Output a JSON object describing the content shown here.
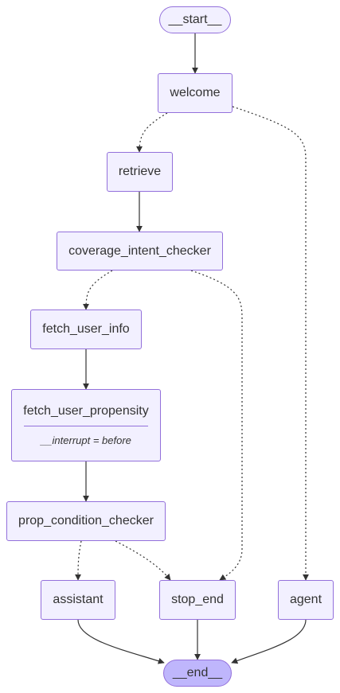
{
  "colors": {
    "node_fill": "#f2f0ff",
    "node_stroke": "#9370db",
    "end_fill": "#bfb6fc",
    "edge": "#333333",
    "text": "#333333"
  },
  "nodes": {
    "start": "__start__",
    "welcome": "welcome",
    "retrieve": "retrieve",
    "coverage_intent_checker": "coverage_intent_checker",
    "fetch_user_info": "fetch_user_info",
    "fetch_user_propensity": "fetch_user_propensity",
    "fetch_user_propensity_note": "__interrupt = before",
    "prop_condition_checker": "prop_condition_checker",
    "assistant": "assistant",
    "stop_end": "stop_end",
    "agent": "agent",
    "end": "__end__"
  },
  "edges": [
    {
      "from": "__start__",
      "to": "welcome",
      "style": "solid"
    },
    {
      "from": "welcome",
      "to": "retrieve",
      "style": "dotted"
    },
    {
      "from": "welcome",
      "to": "agent",
      "style": "dotted"
    },
    {
      "from": "retrieve",
      "to": "coverage_intent_checker",
      "style": "solid"
    },
    {
      "from": "coverage_intent_checker",
      "to": "fetch_user_info",
      "style": "dotted"
    },
    {
      "from": "coverage_intent_checker",
      "to": "stop_end",
      "style": "dotted"
    },
    {
      "from": "fetch_user_info",
      "to": "fetch_user_propensity",
      "style": "solid"
    },
    {
      "from": "fetch_user_propensity",
      "to": "prop_condition_checker",
      "style": "solid"
    },
    {
      "from": "prop_condition_checker",
      "to": "assistant",
      "style": "dotted"
    },
    {
      "from": "prop_condition_checker",
      "to": "stop_end",
      "style": "dotted"
    },
    {
      "from": "assistant",
      "to": "__end__",
      "style": "solid"
    },
    {
      "from": "stop_end",
      "to": "__end__",
      "style": "solid"
    },
    {
      "from": "agent",
      "to": "__end__",
      "style": "solid"
    }
  ]
}
